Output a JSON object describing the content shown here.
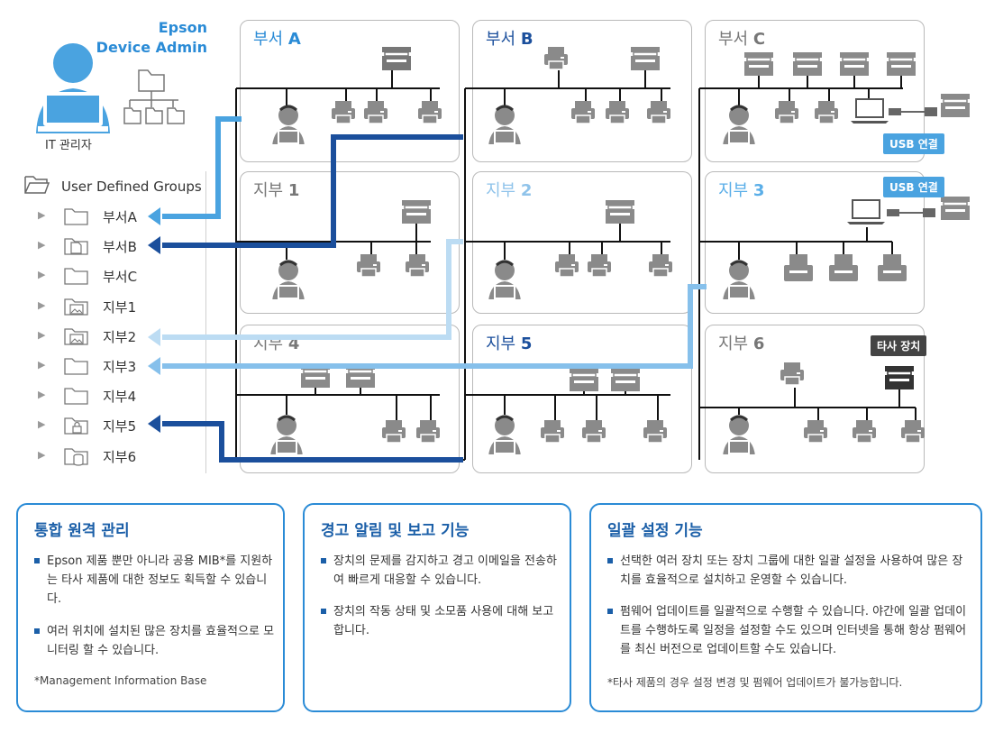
{
  "admin": {
    "title_line1": "Epson",
    "title_line2": "Device Admin",
    "it_label": "IT 관리자"
  },
  "tree": {
    "header": "User Defined Groups",
    "items": [
      {
        "label": "부서A",
        "icon": "folder-icon"
      },
      {
        "label": "부서B",
        "icon": "folder-document-icon"
      },
      {
        "label": "부서C",
        "icon": "folder-icon"
      },
      {
        "label": "지부1",
        "icon": "folder-image-icon"
      },
      {
        "label": "지부2",
        "icon": "folder-image-icon"
      },
      {
        "label": "지부3",
        "icon": "folder-icon"
      },
      {
        "label": "지부4",
        "icon": "folder-icon"
      },
      {
        "label": "지부5",
        "icon": "folder-lock-icon"
      },
      {
        "label": "지부6",
        "icon": "folder-database-icon"
      }
    ]
  },
  "cells": [
    {
      "prefix": "부서",
      "suffix": "A",
      "color": "#2a8bd6"
    },
    {
      "prefix": "부서",
      "suffix": "B",
      "color": "#1b4f9c"
    },
    {
      "prefix": "부서",
      "suffix": "C",
      "color": "#777777"
    },
    {
      "prefix": "지부",
      "suffix": "1",
      "color": "#777777"
    },
    {
      "prefix": "지부",
      "suffix": "2",
      "color": "#8fc3ea"
    },
    {
      "prefix": "지부",
      "suffix": "3",
      "color": "#5aaee8"
    },
    {
      "prefix": "지부",
      "suffix": "4",
      "color": "#777777"
    },
    {
      "prefix": "지부",
      "suffix": "5",
      "color": "#1b4f9c"
    },
    {
      "prefix": "지부",
      "suffix": "6",
      "color": "#777777"
    }
  ],
  "badges": {
    "usb_c": "USB 연결",
    "usb_3": "USB 연결",
    "thirdparty": "타사 장치"
  },
  "colors": {
    "blue_a": "#4aa3e0",
    "navy_b": "#1b4f9c",
    "light_2": "#bcdcf3",
    "mid_3": "#86c0eb",
    "line": "#111111",
    "device": "#8a8a8a",
    "badge_blue": "#4aa3e0",
    "badge_dark": "#444444"
  },
  "boxes": [
    {
      "title": "통합 원격 관리",
      "bullets": [
        "Epson 제품 뿐만 아니라 공용 MIB*를 지원하는 타사 제품에 대한 정보도 획득할 수 있습니다.",
        "여러 위치에 설치된 많은 장치를 효율적으로 모니터링 할 수 있습니다."
      ],
      "note": "*Management Information Base"
    },
    {
      "title": "경고 알림 및 보고 기능",
      "bullets": [
        "장치의 문제를 감지하고 경고 이메일을 전송하여 빠르게 대응할 수 있습니다.",
        "장치의 작동 상태 및 소모품 사용에 대해 보고합니다."
      ],
      "note": ""
    },
    {
      "title": "일괄 설정 기능",
      "bullets": [
        "선택한 여러 장치 또는 장치 그룹에 대한 일괄 설정을 사용하여 많은 장치를 효율적으로 설치하고 운영할 수 있습니다.",
        "펌웨어 업데이트를 일괄적으로 수행할 수 있습니다. 야간에 일괄 업데이트를 수행하도록 일정을 설정할 수도 있으며 인터넷을 통해 항상 펌웨어를 최신 버전으로 업데이트할 수도 있습니다."
      ],
      "note": "*타사 제품의 경우 설정 변경 및 펌웨어 업데이트가 불가능합니다."
    }
  ]
}
